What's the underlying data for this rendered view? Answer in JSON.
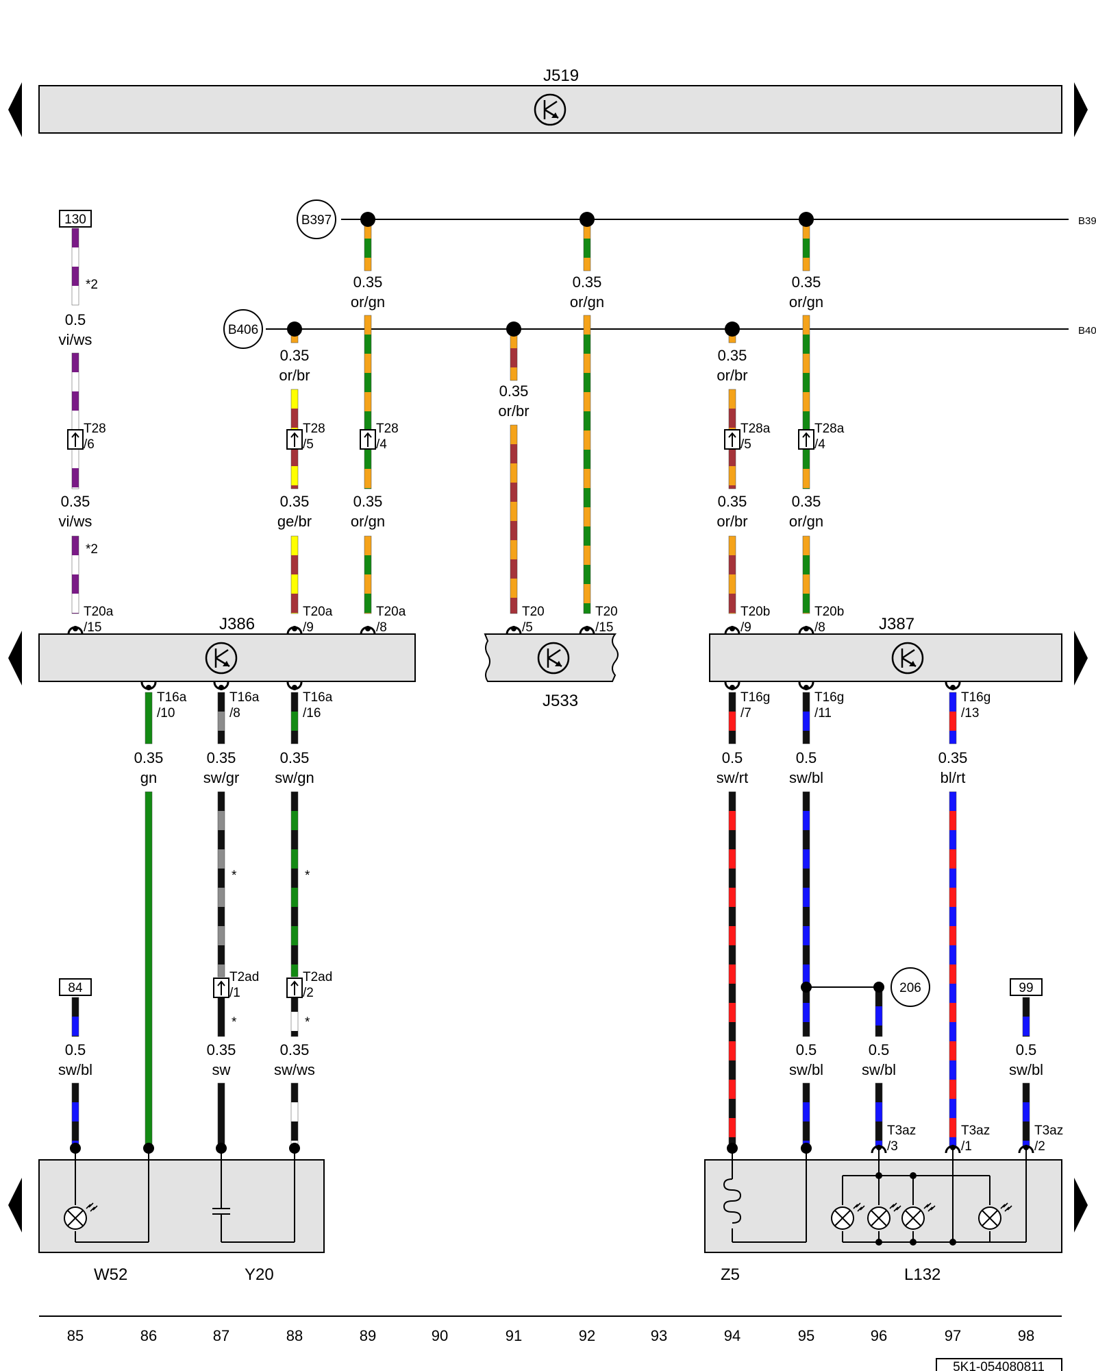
{
  "colors": {
    "or": "#f5a31a",
    "gn": "#138a13",
    "br": "#a5333a",
    "ge": "#ffff00",
    "vi": "#7a1a86",
    "ws": "#ffffff",
    "sw": "#111111",
    "gr": "#8c8c8c",
    "bl": "#1414ff",
    "rt": "#ff1a1a",
    "module_fill": "#e3e3e3"
  },
  "diagram": {
    "top_module": "J519",
    "modules": {
      "j386": "J386",
      "j533": "J533",
      "j387": "J387"
    },
    "buses": {
      "b397": "B397",
      "b406": "B406",
      "b397_edge": "B39",
      "b406_edge": "B40"
    },
    "ground_ref": "206",
    "refs": {
      "r130": "130",
      "r84": "84",
      "r99": "99"
    },
    "notes": {
      "n2a": "*2",
      "n2b": "*2",
      "star1": "*",
      "star2": "*",
      "star3": "*",
      "star4": "*"
    },
    "wires": [
      {
        "id": "w85a",
        "size": "0.5",
        "color": "vi/ws"
      },
      {
        "id": "w85b",
        "size": "0.35",
        "color": "vi/ws"
      },
      {
        "id": "w88a",
        "size": "0.35",
        "color": "or/br"
      },
      {
        "id": "w88b",
        "size": "0.35",
        "color": "ge/br"
      },
      {
        "id": "w89a",
        "size": "0.35",
        "color": "or/gn"
      },
      {
        "id": "w89b",
        "size": "0.35",
        "color": "or/gn"
      },
      {
        "id": "w91",
        "size": "0.35",
        "color": "or/br"
      },
      {
        "id": "w92",
        "size": "0.35",
        "color": "or/gn"
      },
      {
        "id": "w94a",
        "size": "0.35",
        "color": "or/br"
      },
      {
        "id": "w94b",
        "size": "0.35",
        "color": "or/br"
      },
      {
        "id": "w95a",
        "size": "0.35",
        "color": "or/gn"
      },
      {
        "id": "w95b",
        "size": "0.35",
        "color": "or/gn"
      },
      {
        "id": "w86",
        "size": "0.35",
        "color": "gn"
      },
      {
        "id": "w87a",
        "size": "0.35",
        "color": "sw/gr"
      },
      {
        "id": "w88c",
        "size": "0.35",
        "color": "sw/gn"
      },
      {
        "id": "w94c",
        "size": "0.5",
        "color": "sw/rt"
      },
      {
        "id": "w95c",
        "size": "0.5",
        "color": "sw/bl"
      },
      {
        "id": "w97",
        "size": "0.35",
        "color": "bl/rt"
      },
      {
        "id": "w85c",
        "size": "0.5",
        "color": "sw/bl"
      },
      {
        "id": "w87b",
        "size": "0.35",
        "color": "sw"
      },
      {
        "id": "w88d",
        "size": "0.35",
        "color": "sw/ws"
      },
      {
        "id": "w95d",
        "size": "0.5",
        "color": "sw/bl"
      },
      {
        "id": "w96",
        "size": "0.5",
        "color": "sw/bl"
      },
      {
        "id": "w98",
        "size": "0.5",
        "color": "sw/bl"
      }
    ],
    "connectors": [
      {
        "id": "c85a",
        "name": "T28",
        "pin": "/6"
      },
      {
        "id": "c88a",
        "name": "T28",
        "pin": "/5"
      },
      {
        "id": "c89a",
        "name": "T28",
        "pin": "/4"
      },
      {
        "id": "c94a",
        "name": "T28a",
        "pin": "/5"
      },
      {
        "id": "c95a",
        "name": "T28a",
        "pin": "/4"
      },
      {
        "id": "c85b",
        "name": "T20a",
        "pin": "/15"
      },
      {
        "id": "c88b",
        "name": "T20a",
        "pin": "/9"
      },
      {
        "id": "c89b",
        "name": "T20a",
        "pin": "/8"
      },
      {
        "id": "c91",
        "name": "T20",
        "pin": "/5"
      },
      {
        "id": "c92",
        "name": "T20",
        "pin": "/15"
      },
      {
        "id": "c94b",
        "name": "T20b",
        "pin": "/9"
      },
      {
        "id": "c95b",
        "name": "T20b",
        "pin": "/8"
      },
      {
        "id": "c86",
        "name": "T16a",
        "pin": "/10"
      },
      {
        "id": "c87",
        "name": "T16a",
        "pin": "/8"
      },
      {
        "id": "c88c",
        "name": "T16a",
        "pin": "/16"
      },
      {
        "id": "c94c",
        "name": "T16g",
        "pin": "/7"
      },
      {
        "id": "c95c",
        "name": "T16g",
        "pin": "/11"
      },
      {
        "id": "c97",
        "name": "T16g",
        "pin": "/13"
      },
      {
        "id": "c87b",
        "name": "T2ad",
        "pin": "/1"
      },
      {
        "id": "c88d",
        "name": "T2ad",
        "pin": "/2"
      },
      {
        "id": "c96",
        "name": "T3az",
        "pin": "/3"
      },
      {
        "id": "c97b",
        "name": "T3az",
        "pin": "/1"
      },
      {
        "id": "c98",
        "name": "T3az",
        "pin": "/2"
      }
    ],
    "components": {
      "w52": "W52",
      "y20": "Y20",
      "z5": "Z5",
      "l132": "L132"
    },
    "columns": [
      "85",
      "86",
      "87",
      "88",
      "89",
      "90",
      "91",
      "92",
      "93",
      "94",
      "95",
      "96",
      "97",
      "98"
    ],
    "doc_id": "5K1-054080811"
  }
}
